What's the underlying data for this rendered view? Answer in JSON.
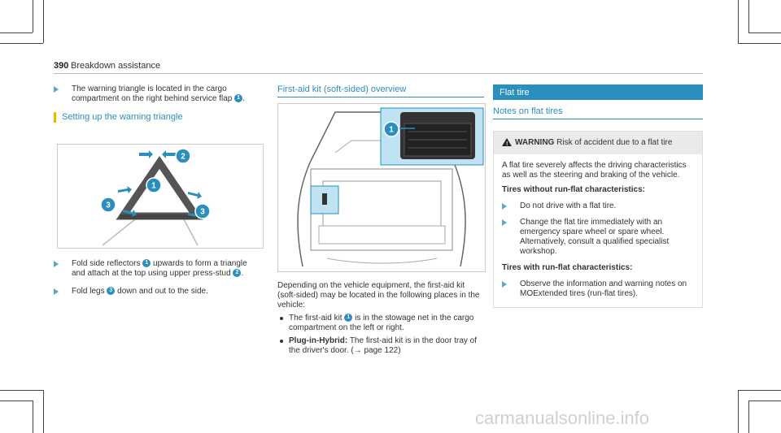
{
  "header": {
    "page_number": "390",
    "section_title": "Breakdown assistance"
  },
  "left_column": {
    "intro_step": {
      "text_a": "The warning triangle is located in the cargo compartment on the right behind service flap",
      "badge": "1",
      "text_b": "."
    },
    "section_heading": "Setting up the warning triangle",
    "figure_badges": [
      "1",
      "2",
      "3",
      "3"
    ],
    "steps": [
      {
        "text_a": "Fold side reflectors",
        "badge_a": "1",
        "text_b": "upwards to form a triangle and attach at the top using upper press-stud",
        "badge_b": "2",
        "text_c": "."
      },
      {
        "text_a": "Fold legs",
        "badge_a": "3",
        "text_b": "down and out to the side."
      }
    ]
  },
  "middle_column": {
    "heading": "First-aid kit (soft-sided) overview",
    "figure_badge": "1",
    "paragraph": "Depending on the vehicle equipment, the first-aid kit (soft-sided) may be located in the following places in the vehicle:",
    "bullets": [
      {
        "bold": "",
        "text_a": "The first-aid kit",
        "badge": "1",
        "text_b": "is in the stowage net in the cargo compartment on the left or right."
      },
      {
        "bold": "Plug-in-Hybrid:",
        "text_a": "The first-aid kit is in the door tray of the driver's door. (→ page 122)"
      }
    ]
  },
  "right_column": {
    "band_title": "Flat tire",
    "subheading": "Notes on flat tires",
    "warning": {
      "label": "WARNING",
      "icon": "warning-triangle-icon",
      "head_text": "Risk of accident due to a flat tire",
      "body_text": "A flat tire severely affects the driving characteristics as well as the steering and braking of the vehicle.",
      "without_heading": "Tires without run-flat characteristics:",
      "without_steps": [
        "Do not drive with a flat tire.",
        "Change the flat tire immediately with an emergency spare wheel or spare wheel. Alternatively, consult a qualified specialist workshop."
      ],
      "with_heading": "Tires with run-flat characteristics:",
      "with_steps": [
        "Observe the information and warning notes on MOExtended tires (run-flat tires)."
      ]
    }
  },
  "watermark": "carmanualsonline.info",
  "colors": {
    "accent": "#2a8fbd",
    "section_bar": "#f0b400",
    "bullet": "#5aa6c9"
  }
}
